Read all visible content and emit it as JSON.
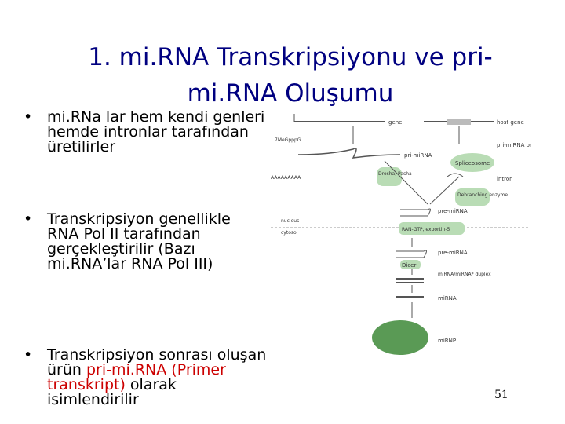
{
  "slide": {
    "title_line1": "1. mi.RNA Transkripsiyonu ve pri-",
    "title_line2": "mi.RNA Oluşumu",
    "page_number": "51"
  },
  "bullets": [
    {
      "text": "mi.RNa lar hem kendi genleri hemde intronlar tarafından üretilirler"
    },
    {
      "text": "Transkripsiyon genellikle RNA Pol II tarafından gerçekleştirilir (Bazı mi.RNA’lar RNA Pol III)"
    },
    {
      "prefix": "Transkripsiyon sonrası oluşan ürün ",
      "highlight1": "pri-mi.RNA",
      "highlight2": "(Primer transkript)",
      "suffix": " olarak isimlendirilir"
    }
  ],
  "diagram": {
    "labels": {
      "gene": "gene",
      "host_gene": "host gene",
      "pri_mirna": "pri-miRNA",
      "pri_mirna_or_similar": "pri-miRNA or similar",
      "spliceosome": "Spliceosome",
      "drosha_pasha": "Drosha, Pasha",
      "intron": "intron",
      "debranching_enzyme": "Debranching enzyme",
      "pre_mirna": "pre-miRNA",
      "nucleus": "nucleus",
      "cytosol": "cytosol",
      "ran_gtp": "RAN-GTP, exportin-5",
      "pre_mirna_2": "pre-miRNA",
      "dicer": "Dicer",
      "duplex": "miRNA/miRNA* duplex",
      "mirna": "miRNA",
      "mirnp": "miRNP",
      "cap": "7MeGpppG",
      "polya": "AAAAAAAAA"
    },
    "colors": {
      "green": "#b9dcb5",
      "dark_green": "#5a9a55",
      "line": "#555555"
    }
  }
}
